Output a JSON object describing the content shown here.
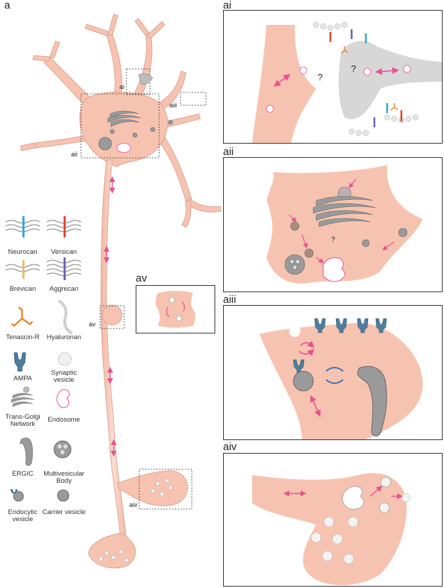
{
  "panels": {
    "main": "a",
    "ai": "ai",
    "aii": "aii",
    "aiii": "aiii",
    "aiv": "aiv",
    "av": "av"
  },
  "callouts": {
    "ai": "ai",
    "aii": "aii",
    "aiii": "aiii",
    "aiv": "aiv",
    "av": "av"
  },
  "legend": {
    "neurocan": "Neurocan",
    "versican": "Versican",
    "brevican": "Brevican",
    "aggrecan": "Aggrecan",
    "tenascin": "Tenascin-R",
    "hyaluronan": "Hyaluronan",
    "ampa": "AMPA",
    "synaptic": "Synaptic vesicle",
    "tgn": "Trans-Golgi Network",
    "endosome": "Endosome",
    "ergic": "ERGIC",
    "mvb": "Multivesicular Body",
    "endocytic": "Endocytic vesicle",
    "carrier": "Carrier vesicle"
  },
  "question_marks": {
    "ai_left": "?",
    "ai_right": "?",
    "aii": "?",
    "soma": "?"
  },
  "colors": {
    "neuron_fill": "#f7c9b8",
    "neuron_light": "#fbe1d6",
    "pink_arrow": "#e8528f",
    "blue_arrow": "#3f6fb5",
    "grey_organelle": "#8d8d8d",
    "neurocan": "#2aa5d8",
    "versican": "#d9432b",
    "brevican": "#f2b46b",
    "aggrecan": "#6b5fb0",
    "tenascin": "#e88b2c",
    "ampa": "#4f7f9e"
  }
}
